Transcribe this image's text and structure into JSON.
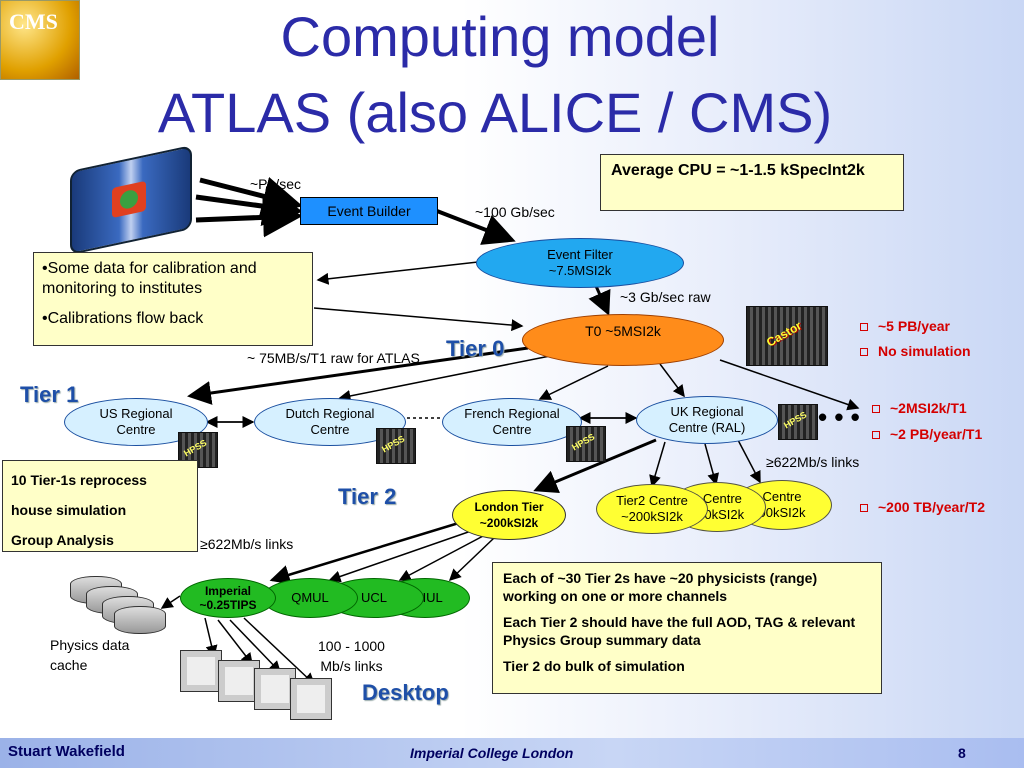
{
  "header": {
    "title_line1": "Computing model",
    "title_line2": "ATLAS (also ALICE / CMS)",
    "logo_text": "CMS"
  },
  "diagram": {
    "pb_sec": "~Pb/sec",
    "event_builder": "Event Builder",
    "gb100": "~100 Gb/sec",
    "event_filter_line1": "Event Filter",
    "event_filter_line2": "~7.5MSI2k",
    "gb3": "~3 Gb/sec raw",
    "t0": "T0 ~5MSI2k",
    "mb75": "~ 75MB/s/T1 raw for ATLAS",
    "castor": "Castor",
    "tier0": "Tier 0",
    "tier1": "Tier 1",
    "tier2": "Tier 2",
    "us_line1": "US Regional",
    "us_line2": "Centre",
    "dutch_line1": "Dutch Regional",
    "dutch_line2": "Centre",
    "french_line1": "French Regional",
    "french_line2": "Centre",
    "uk_line1": "UK Regional",
    "uk_line2": "Centre (RAL)",
    "hpss": "HPSS",
    "dots": "• • •",
    "links622_right": "622Mb/s links",
    "links622_left": "622Mb/s links",
    "ge_symbol": "≥",
    "london_line1": "London Tier",
    "london_line2": "~200kSI2k",
    "tier2c_line1": "Tier2 Centre",
    "tier2c_line2": "~200kSI2k",
    "tier2b_line1": "2 Centre",
    "tier2b_line2": "200kSI2k",
    "tier2a_line1": "Centre",
    "tier2a_line2": "00kSI2k",
    "imperial_line1": "Imperial",
    "imperial_line2": "~0.25TIPS",
    "qmul": "QMUL",
    "ucl": "UCL",
    "rhul": "RHUL",
    "cache_line1": "Physics data",
    "cache_line2": "cache",
    "links100_line1": "100 - 1000",
    "links100_line2": "Mb/s links",
    "desktop": "Desktop"
  },
  "right_notes": {
    "pb5": "~5 PB/year",
    "nosim": "No simulation",
    "msi2": "~2MSI2k/T1",
    "pb2": "~2 PB/year/T1",
    "tb200": "~200 TB/year/T2"
  },
  "boxes": {
    "avg_cpu": "Average CPU = ~1-1.5 kSpecInt2k",
    "calib_1": "•Some data for calibration and monitoring to institutes",
    "calib_2": "•Calibrations flow back",
    "tier1_line1": "10 Tier-1s reprocess",
    "tier1_line2": "house simulation",
    "tier1_line3": "Group Analysis",
    "tier2_p1": "Each of ~30 Tier 2s have ~20 physicists (range) working on one or more channels",
    "tier2_p2": "Each Tier 2 should have the full AOD, TAG & relevant Physics Group summary data",
    "tier2_p3": "Tier 2 do bulk of simulation"
  },
  "footer": {
    "author": "Stuart Wakefield",
    "institution": "Imperial College London",
    "page": "8"
  },
  "colors": {
    "title": "#2b2ba8",
    "light_blue_node": "#d6f0ff",
    "t0_orange": "#ff8c1a",
    "yellow_node": "#ffff33",
    "green_node": "#22bb22",
    "red_note": "#d40000"
  }
}
